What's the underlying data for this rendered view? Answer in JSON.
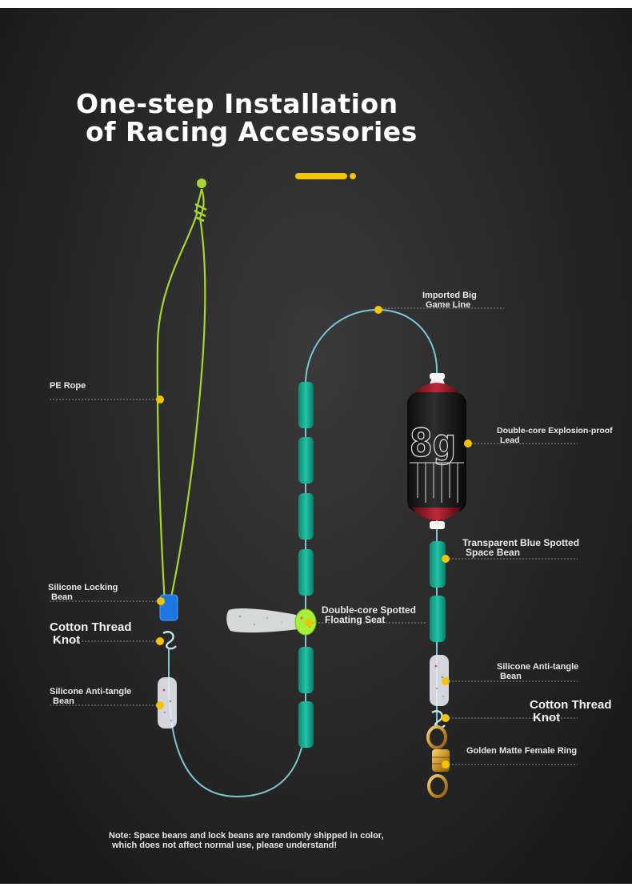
{
  "title": {
    "line1": "One-step Installation",
    "line2": "of Racing Accessories"
  },
  "colors": {
    "accent": "#f5c400",
    "pe_rope": "#a6d630",
    "game_line": "#7cc6d6",
    "space_bean": "#15a58c",
    "lock_bean": "#1c78e0",
    "lead_body": "#141414",
    "lead_cap": "#9a1a26"
  },
  "lead_marking": "8g",
  "labels": {
    "pe_rope": {
      "line1": "PE Rope"
    },
    "silicone_locking_bean": {
      "line1": "Silicone Locking",
      "line2": "Bean"
    },
    "cotton_thread_knot_left": {
      "line1": "Cotton Thread",
      "line2": "Knot"
    },
    "silicone_anti_tangle_left": {
      "line1": "Silicone Anti-tangle",
      "line2": "Bean"
    },
    "imported_big_game_line": {
      "line1": "Imported Big",
      "line2": "Game Line"
    },
    "double_core_explosion_proof_lead": {
      "line1": "Double-core Explosion-proof",
      "line2": "Lead"
    },
    "transparent_blue_spotted_space_bean": {
      "line1": "Transparent Blue Spotted",
      "line2": "Space Bean"
    },
    "double_core_spotted_floating_seat": {
      "line1": "Double-core Spotted",
      "line2": "Floating Seat"
    },
    "silicone_anti_tangle_right": {
      "line1": "Silicone Anti-tangle",
      "line2": "Bean"
    },
    "cotton_thread_knot_right": {
      "line1": "Cotton Thread",
      "line2": "Knot"
    },
    "golden_matte_female_ring": {
      "line1": "Golden Matte Female Ring"
    }
  },
  "note": {
    "line1": "Note: Space beans and lock beans are randomly shipped in color,",
    "line2": "which does not affect normal use, please understand!"
  }
}
